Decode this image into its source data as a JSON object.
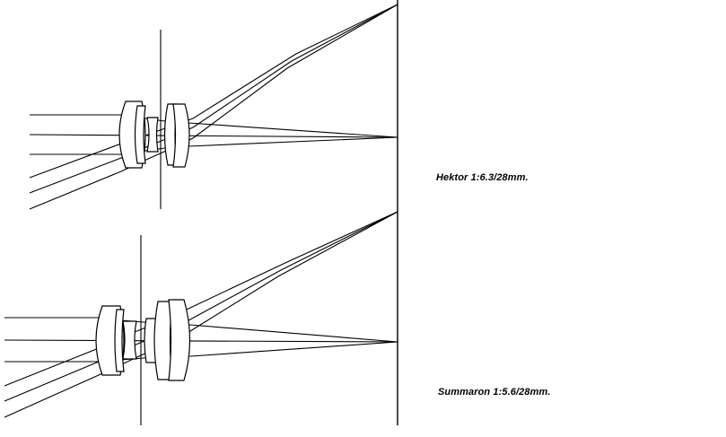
{
  "diagrams": [
    {
      "id": "hektor",
      "caption": "Hektor 1:6.3/28mm."
    },
    {
      "id": "summaron",
      "caption": "Summaron 1:5.6/28mm."
    }
  ],
  "colors": {
    "line": "#000000",
    "background": "#ffffff"
  }
}
